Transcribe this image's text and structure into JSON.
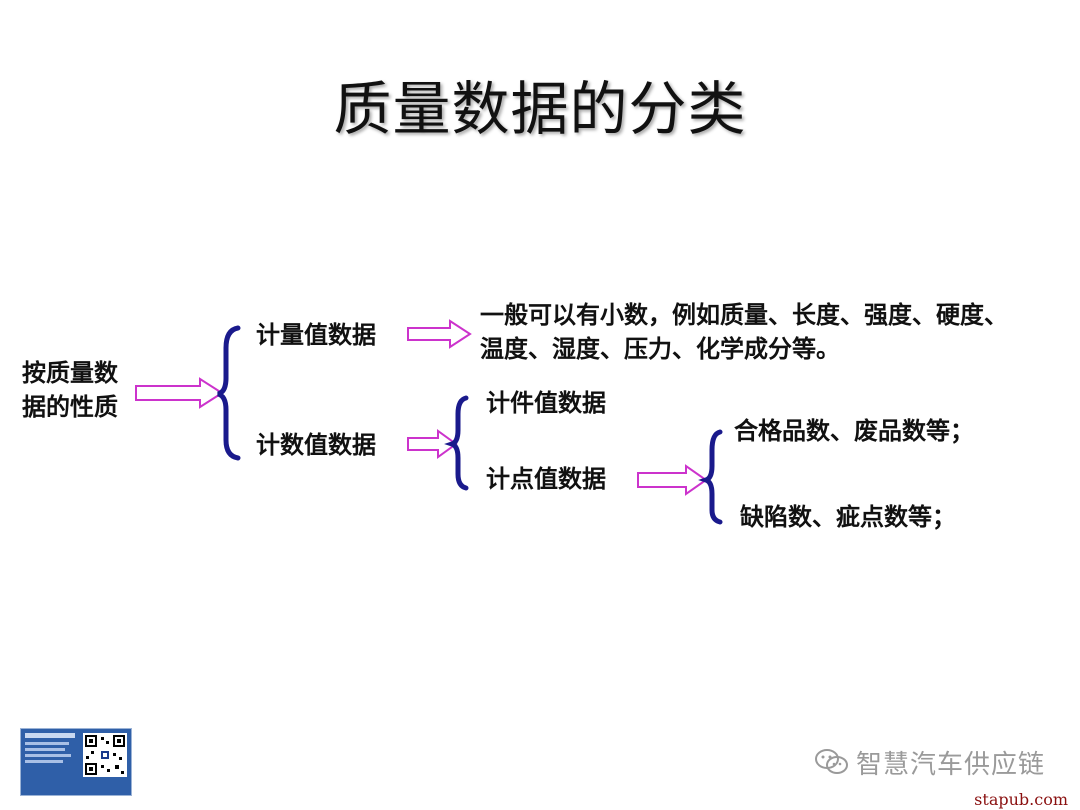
{
  "title": "质量数据的分类",
  "root": {
    "line1": "按质量数",
    "line2": "据的性质"
  },
  "branch_measure": {
    "label": "计量值数据",
    "desc_line1": "一般可以有小数，例如质量、长度、强度、硬度、",
    "desc_line2": "温度、湿度、压力、化学成分等。"
  },
  "branch_count": {
    "label": "计数值数据",
    "sub_piece": "计件值数据",
    "sub_point": "计点值数据",
    "piece_examples": "合格品数、废品数等；",
    "point_examples": "缺陷数、疵点数等；"
  },
  "colors": {
    "arrow": "#cc33cc",
    "brace": "#1a1a8c",
    "title_shadow": "#555555"
  },
  "watermark": {
    "text": "智慧汽车供应链",
    "icon": "wechat-icon"
  },
  "site": "stapub.com"
}
